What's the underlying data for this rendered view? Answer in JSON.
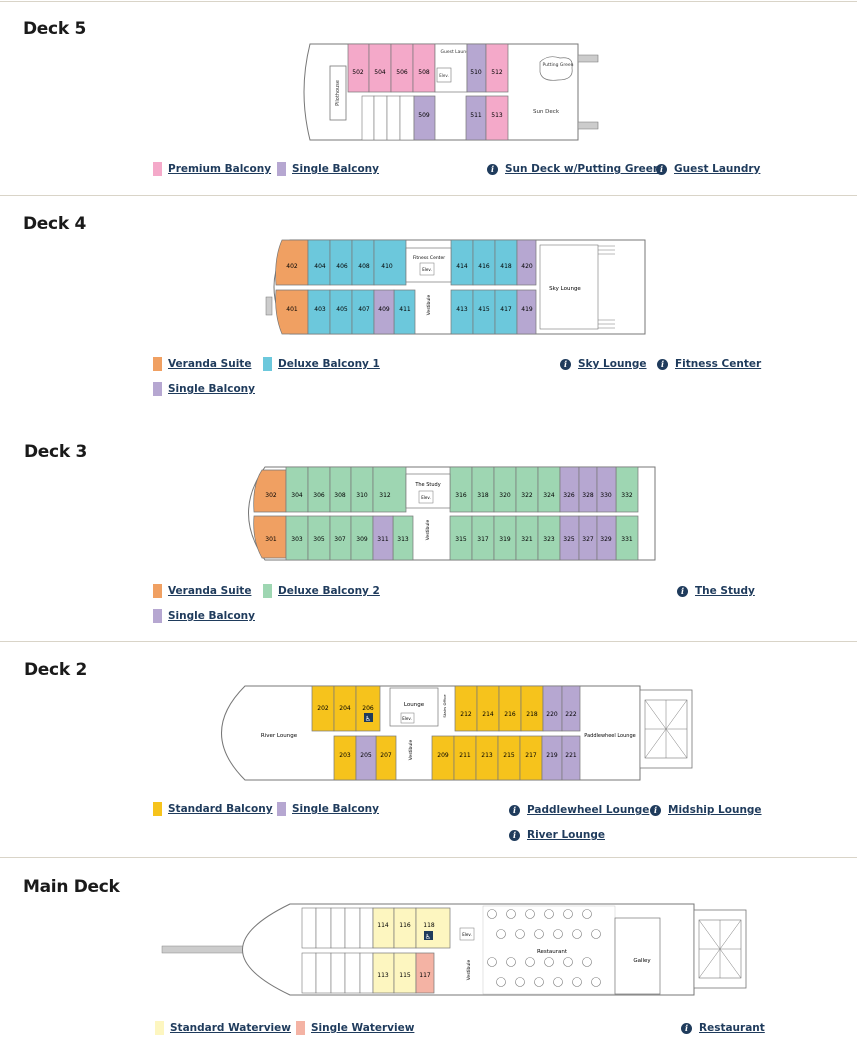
{
  "colors": {
    "premium": "#f4a9c9",
    "single": "#b6a7d1",
    "veranda": "#f0a062",
    "deluxe1": "#6cc8dc",
    "deluxe2": "#9ed6b2",
    "standard": "#f6c31c",
    "waterview": "#fdf6c0",
    "single_waterview": "#f4b3a4",
    "link": "#1f3b5c"
  },
  "decks": {
    "deck5": {
      "title": "Deck 5",
      "labels": {
        "pilothouse": "Pilothouse",
        "guest_laundry": "Guest Laundry",
        "elev": "Elev.",
        "putting_green": "Putting Green",
        "sun_deck": "Sun Deck"
      },
      "cabins": {
        "c502": "502",
        "c504": "504",
        "c506": "506",
        "c508": "508",
        "c510": "510",
        "c512": "512",
        "c509": "509",
        "c511": "511",
        "c513": "513"
      },
      "legend": [
        {
          "label": "Premium Balcony"
        },
        {
          "label": "Single Balcony"
        }
      ],
      "info": [
        {
          "label": "Sun Deck w/Putting Green",
          "icon": "info-icon"
        },
        {
          "label": "Guest Laundry",
          "icon": "info-icon"
        }
      ]
    },
    "deck4": {
      "title": "Deck 4",
      "labels": {
        "fitness_center": "Fitness Center",
        "elev": "Elev.",
        "vestibule": "Vestibule",
        "sky_lounge": "Sky Lounge"
      },
      "cabins": {
        "c402": "402",
        "c404": "404",
        "c406": "406",
        "c408": "408",
        "c410": "410",
        "c414": "414",
        "c416": "416",
        "c418": "418",
        "c420": "420",
        "c401": "401",
        "c403": "403",
        "c405": "405",
        "c407": "407",
        "c409": "409",
        "c411": "411",
        "c413": "413",
        "c415": "415",
        "c417": "417",
        "c419": "419"
      },
      "legend": [
        {
          "label": "Veranda Suite"
        },
        {
          "label": "Deluxe Balcony 1"
        },
        {
          "label": "Single Balcony"
        }
      ],
      "info": [
        {
          "label": "Sky Lounge",
          "icon": "info-icon"
        },
        {
          "label": "Fitness Center",
          "icon": "info-icon"
        }
      ]
    },
    "deck3": {
      "title": "Deck 3",
      "labels": {
        "the_study": "The Study",
        "elev": "Elev.",
        "vestibule": "Vestibule"
      },
      "cabins": {
        "c302": "302",
        "c304": "304",
        "c306": "306",
        "c308": "308",
        "c310": "310",
        "c312": "312",
        "c316": "316",
        "c318": "318",
        "c320": "320",
        "c322": "322",
        "c324": "324",
        "c326": "326",
        "c328": "328",
        "c330": "330",
        "c332": "332",
        "c301": "301",
        "c303": "303",
        "c305": "305",
        "c307": "307",
        "c309": "309",
        "c311": "311",
        "c313": "313",
        "c315": "315",
        "c317": "317",
        "c319": "319",
        "c321": "321",
        "c323": "323",
        "c325": "325",
        "c327": "327",
        "c329": "329",
        "c331": "331"
      },
      "legend": [
        {
          "label": "Veranda Suite"
        },
        {
          "label": "Deluxe Balcony 2"
        },
        {
          "label": "Single Balcony"
        }
      ],
      "info": [
        {
          "label": "The Study",
          "icon": "info-icon"
        }
      ]
    },
    "deck2": {
      "title": "Deck 2",
      "labels": {
        "river_lounge": "River Lounge",
        "lounge": "Lounge",
        "elev": "Elev.",
        "vestibule": "Vestibule",
        "stairs_office": "Stairs Office",
        "paddlewheel_lounge": "Paddlewheel Lounge"
      },
      "cabins": {
        "c202": "202",
        "c204": "204",
        "c206": "206",
        "c212": "212",
        "c214": "214",
        "c216": "216",
        "c218": "218",
        "c220": "220",
        "c222": "222",
        "c203": "203",
        "c205": "205",
        "c207": "207",
        "c209": "209",
        "c211": "211",
        "c213": "213",
        "c215": "215",
        "c217": "217",
        "c219": "219",
        "c221": "221"
      },
      "legend": [
        {
          "label": "Standard Balcony"
        },
        {
          "label": "Single Balcony"
        }
      ],
      "info": [
        {
          "label": "Paddlewheel Lounge",
          "icon": "info-icon"
        },
        {
          "label": "Midship Lounge",
          "icon": "info-icon"
        },
        {
          "label": "River Lounge",
          "icon": "info-icon"
        }
      ]
    },
    "main": {
      "title": "Main Deck",
      "labels": {
        "elev": "Elev.",
        "vestibule": "Vestibule",
        "restaurant": "Restaurant",
        "galley": "Galley"
      },
      "cabins": {
        "c114": "114",
        "c116": "116",
        "c118": "118",
        "c113": "113",
        "c115": "115",
        "c117": "117"
      },
      "legend": [
        {
          "label": "Standard Waterview"
        },
        {
          "label": "Single Waterview"
        }
      ],
      "info": [
        {
          "label": "Restaurant",
          "icon": "info-icon"
        }
      ]
    }
  }
}
